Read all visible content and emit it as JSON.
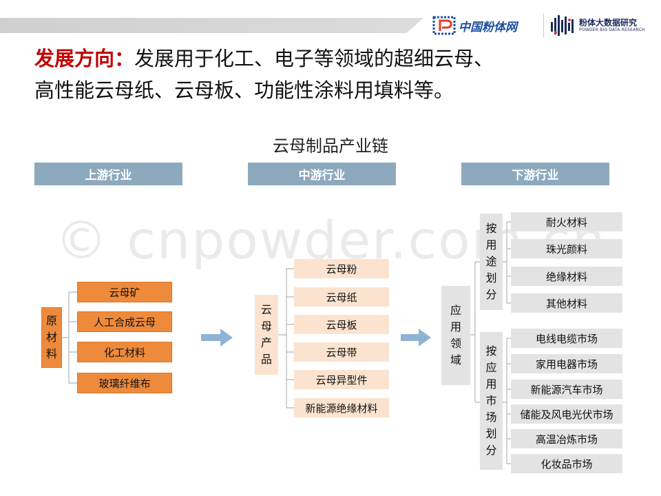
{
  "header": {
    "logo1_text": "中国粉体网",
    "logo2_cn": "粉体大数据研究",
    "logo2_en": "POWDER BIG DATA RESEARCH"
  },
  "headline": {
    "highlight": "发展方向：",
    "line1_rest": "发展用于化工、电子等领域的超细云母、",
    "line2": "高性能云母纸、云母板、功能性涂料用填料等。"
  },
  "diagram": {
    "title": "云母制品产业链",
    "watermark": "© cnpowder.com.cn",
    "stages": [
      "上游行业",
      "中游行业",
      "下游行业"
    ],
    "upstream": {
      "group": [
        "原",
        "材",
        "料"
      ],
      "items": [
        "云母矿",
        "人工合成云母",
        "化工材料",
        "玻璃纤维布"
      ]
    },
    "midstream": {
      "group": [
        "云",
        "母",
        "产",
        "品"
      ],
      "items": [
        "云母粉",
        "云母纸",
        "云母板",
        "云母带",
        "云母异型件",
        "新能源绝缘材料"
      ]
    },
    "downstream": {
      "group": [
        "应",
        "用",
        "领",
        "域"
      ],
      "by_use": {
        "label": [
          "按",
          "用",
          "途",
          "划",
          "分"
        ],
        "items": [
          "耐火材料",
          "珠光颜料",
          "绝缘材料",
          "其他材料"
        ]
      },
      "by_market": {
        "label": [
          "按",
          "应",
          "用",
          "市",
          "场",
          "划",
          "分"
        ],
        "items": [
          "电线电缆市场",
          "家用电器市场",
          "新能源汽车市场",
          "储能及风电光伏市场",
          "高温冶炼市场",
          "化妆品市场"
        ]
      }
    },
    "colors": {
      "stage_bar": "#8da9bd",
      "upstream": "#ee8a3c",
      "midstream": "#fbe3cf",
      "downstream": "#e3e3e3",
      "arrow": "#8fb4d3",
      "accent_red": "#c00000"
    }
  }
}
